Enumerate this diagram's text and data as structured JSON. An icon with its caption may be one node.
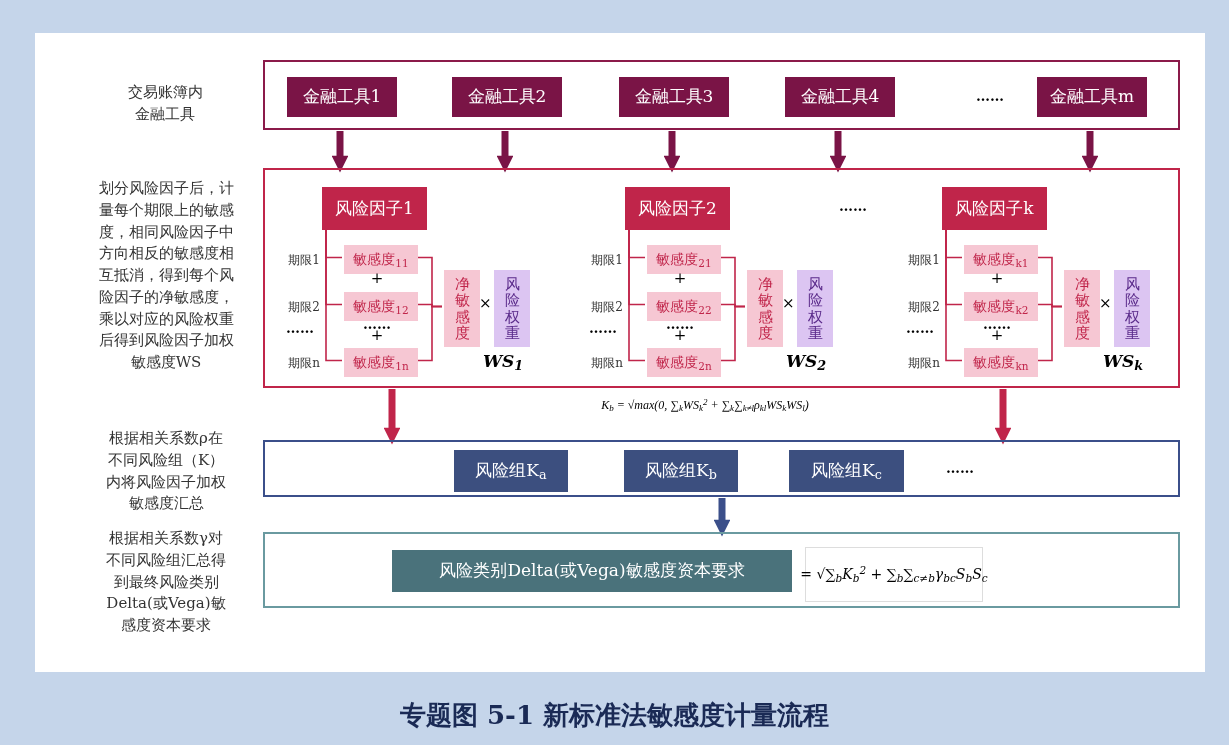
{
  "diagram": {
    "caption": "专题图 5-1 新标准法敏感度计量流程",
    "nodes": [
      {
        "text": [],
        "shape": "box"
      },
      {
        "text": [
          "金融工具1"
        ],
        "in": 0
      },
      {
        "text": [
          "金融工具2"
        ],
        "in": 0
      },
      {
        "text": [
          "金融工具3"
        ],
        "in": 0
      },
      {
        "text": [
          "金融工具4"
        ],
        "in": 0
      },
      {
        "text": [
          "金融工具m"
        ],
        "in": 0
      },
      {
        "text": [],
        "shape": "box"
      },
      {
        "text": [
          "风险因子1"
        ],
        "in": 6
      },
      {
        "text": [
          "敏感度$_{11}$"
        ],
        "in": 6,
        "beside": [
          "期限1"
        ]
      },
      {
        "text": [
          "敏感度$_{12}$"
        ],
        "in": 6,
        "beside": [
          "期限2"
        ]
      },
      {
        "text": [
          "敏感度$_{1n}$"
        ],
        "in": 6,
        "beside": [
          "期限n"
        ]
      },
      {
        "text": [
          "净敏感度"
        ],
        "in": 6
      },
      {
        "text": [
          "风险权重"
        ],
        "in": 6
      },
      {
        "text": [
          "风险因子2"
        ],
        "in": 6
      },
      {
        "text": [
          "敏感度$_{21}$"
        ],
        "in": 6,
        "beside": [
          "期限1"
        ]
      },
      {
        "text": [
          "敏感度$_{22}$"
        ],
        "in": 6,
        "beside": [
          "期限2"
        ]
      },
      {
        "text": [
          "敏感度$_{2n}$"
        ],
        "in": 6,
        "beside": [
          "期限n"
        ]
      },
      {
        "text": [
          "净敏感度"
        ],
        "in": 6
      },
      {
        "text": [
          "风险权重"
        ],
        "in": 6
      },
      {
        "text": [
          "风险因子k"
        ],
        "in": 6
      },
      {
        "text": [
          "敏感度$_{k1}$"
        ],
        "in": 6,
        "beside": [
          "期限1"
        ]
      },
      {
        "text": [
          "敏感度$_{k2}$"
        ],
        "in": 6,
        "beside": [
          "期限2"
        ]
      },
      {
        "text": [
          "敏感度$_{kn}$"
        ],
        "in": 6,
        "beside": [
          "期限n"
        ]
      },
      {
        "text": [
          "净敏感度"
        ],
        "in": 6
      },
      {
        "text": [
          "风险权重"
        ],
        "in": 6
      },
      {
        "text": [],
        "shape": "box"
      },
      {
        "text": [
          "风险组K$_{a}$"
        ],
        "in": 25
      },
      {
        "text": [
          "风险组K$_{b}$"
        ],
        "in": 25
      },
      {
        "text": [
          "风险组K$_{c}$"
        ],
        "in": 25
      },
      {
        "text": [],
        "shape": "box"
      },
      {
        "text": [
          "风险类别Delta(或Vega)敏感度资本要求"
        ],
        "in": 29
      },
      {
        "text": [
          "= √∑$_{b}$K$_{b}$$^{2}$ + ∑$_{b}$∑$_{c≠b}$γ$_{bc}$S$_{b}$S$_{c}$"
        ],
        "in": 29
      }
    ],
    "edges": [
      {
        "from": 0,
        "to": 6,
        "arrow": "to",
        "style": "thick",
        "color": "#7a1446"
      },
      {
        "from": 0,
        "to": 6,
        "arrow": "to",
        "style": "thick",
        "color": "#7a1446"
      },
      {
        "from": 0,
        "to": 6,
        "arrow": "to",
        "style": "thick",
        "color": "#7a1446"
      },
      {
        "from": 0,
        "to": 6,
        "arrow": "to",
        "style": "thick",
        "color": "#7a1446"
      },
      {
        "from": 0,
        "to": 6,
        "arrow": "to",
        "style": "thick",
        "color": "#7a1446"
      },
      {
        "from": 7,
        "to": 8,
        "arrow": "none"
      },
      {
        "from": 7,
        "to": 9,
        "arrow": "none"
      },
      {
        "from": 7,
        "to": 10,
        "arrow": "none"
      },
      {
        "from": 8,
        "to": 11,
        "arrow": "none"
      },
      {
        "from": 9,
        "to": 11,
        "arrow": "none"
      },
      {
        "from": 10,
        "to": 11,
        "arrow": "none"
      },
      {
        "from": 13,
        "to": 14,
        "arrow": "none"
      },
      {
        "from": 13,
        "to": 15,
        "arrow": "none"
      },
      {
        "from": 13,
        "to": 16,
        "arrow": "none"
      },
      {
        "from": 14,
        "to": 17,
        "arrow": "none"
      },
      {
        "from": 15,
        "to": 17,
        "arrow": "none"
      },
      {
        "from": 16,
        "to": 17,
        "arrow": "none"
      },
      {
        "from": 19,
        "to": 20,
        "arrow": "none"
      },
      {
        "from": 19,
        "to": 21,
        "arrow": "none"
      },
      {
        "from": 19,
        "to": 22,
        "arrow": "none"
      },
      {
        "from": 20,
        "to": 23,
        "arrow": "none"
      },
      {
        "from": 21,
        "to": 23,
        "arrow": "none"
      },
      {
        "from": 22,
        "to": 23,
        "arrow": "none"
      },
      {
        "from": 6,
        "to": 25,
        "arrow": "to",
        "style": "thick"
      },
      {
        "from": 6,
        "to": 25,
        "arrow": "to",
        "style": "thick"
      },
      {
        "from": 25,
        "to": 29,
        "arrow": "to",
        "style": "thick",
        "color": "#3b4f8a"
      }
    ],
    "labels": [
      "交易账簿内金融工具",
      "……",
      "划分风险因子后，计量每个期限上的敏感度，相同风险因子中方向相反的敏感度相互抵消，得到每个风险因子的净敏感度，乘以对应的风险权重后得到风险因子加权敏感度WS",
      "……",
      "+",
      "……",
      "+",
      "……",
      "×",
      "WS$_{1}$",
      "+",
      "……",
      "+",
      "……",
      "×",
      "WS$_{2}$",
      "+",
      "……",
      "+",
      "……",
      "×",
      "WS$_{k}$",
      "K$_{b}$ = √max(0, ∑$_{k}$WS$_{k}$$^{2}$ + ∑$_{k}$∑$_{k≠l}$ρ$_{kl}$WS$_{k}$WS$_{l}$)",
      "根据相关系数ρ在不同风险组（K）内将风险因子加权敏感度汇总",
      "……",
      "根据相关系数γ对不同风险组汇总得到最终风险类别Delta(或Vega)敏感度资本要求"
    ]
  }
}
